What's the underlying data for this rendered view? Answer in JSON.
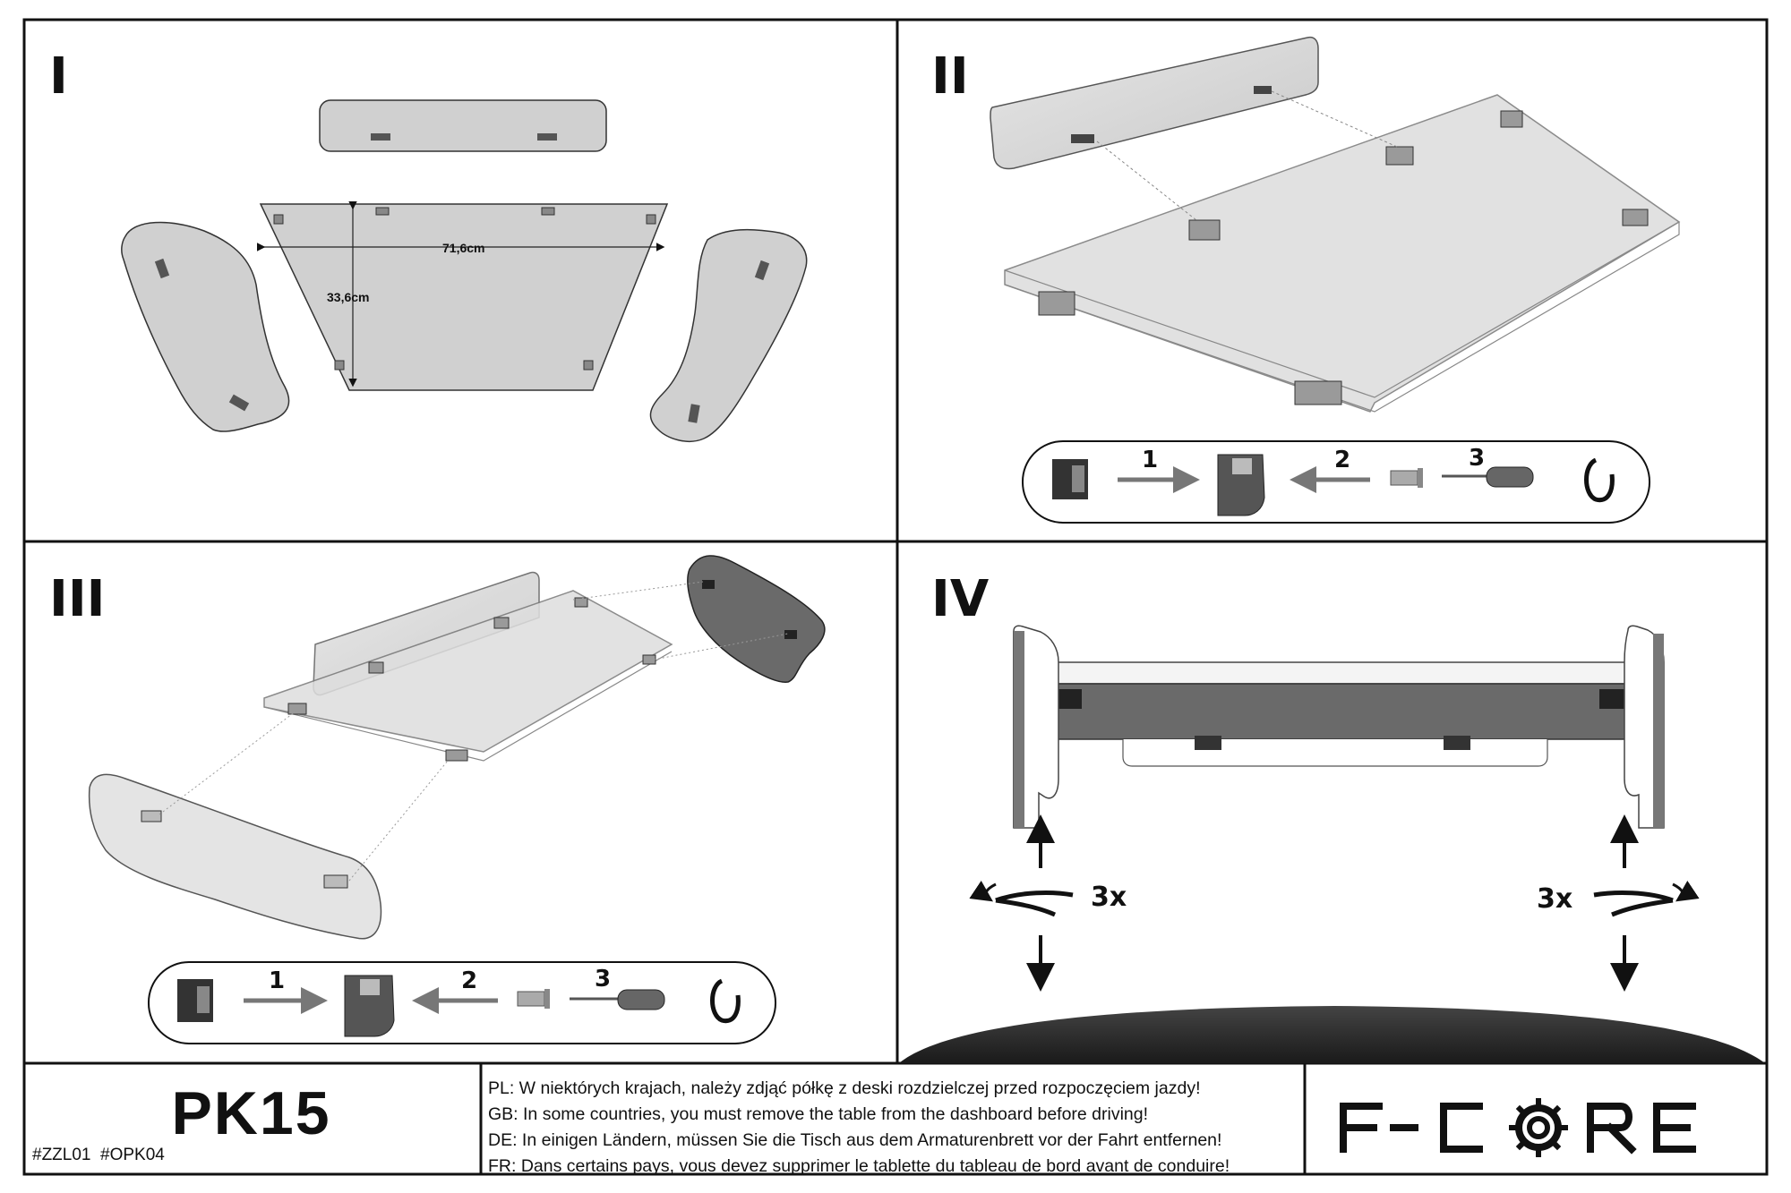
{
  "steps": [
    {
      "label": "I"
    },
    {
      "label": "II"
    },
    {
      "label": "III"
    },
    {
      "label": "IV"
    }
  ],
  "dimensions": {
    "width": "71,6cm",
    "depth": "33,6cm"
  },
  "sequence": {
    "step1": "1",
    "step2": "2",
    "step3": "3"
  },
  "repeat": {
    "left": "3x",
    "right": "3x"
  },
  "footer": {
    "model": "PK15",
    "codes": "#ZZL01  #OPK04",
    "warnings": [
      "PL: W niektórych krajach, należy zdjąć półkę z deski rozdzielczej przed rozpoczęciem jazdy!",
      "GB: In some countries, you must remove the table from the dashboard before driving!",
      "DE: In einigen Ländern, müssen Sie die Tisch aus dem Armaturenbrett vor der Fahrt entfernen!",
      "FR: Dans certains pays, vous devez supprimer le tablette du tableau de bord avant de conduire!"
    ],
    "brand_icon": "f-core-logo-gear-icon"
  }
}
